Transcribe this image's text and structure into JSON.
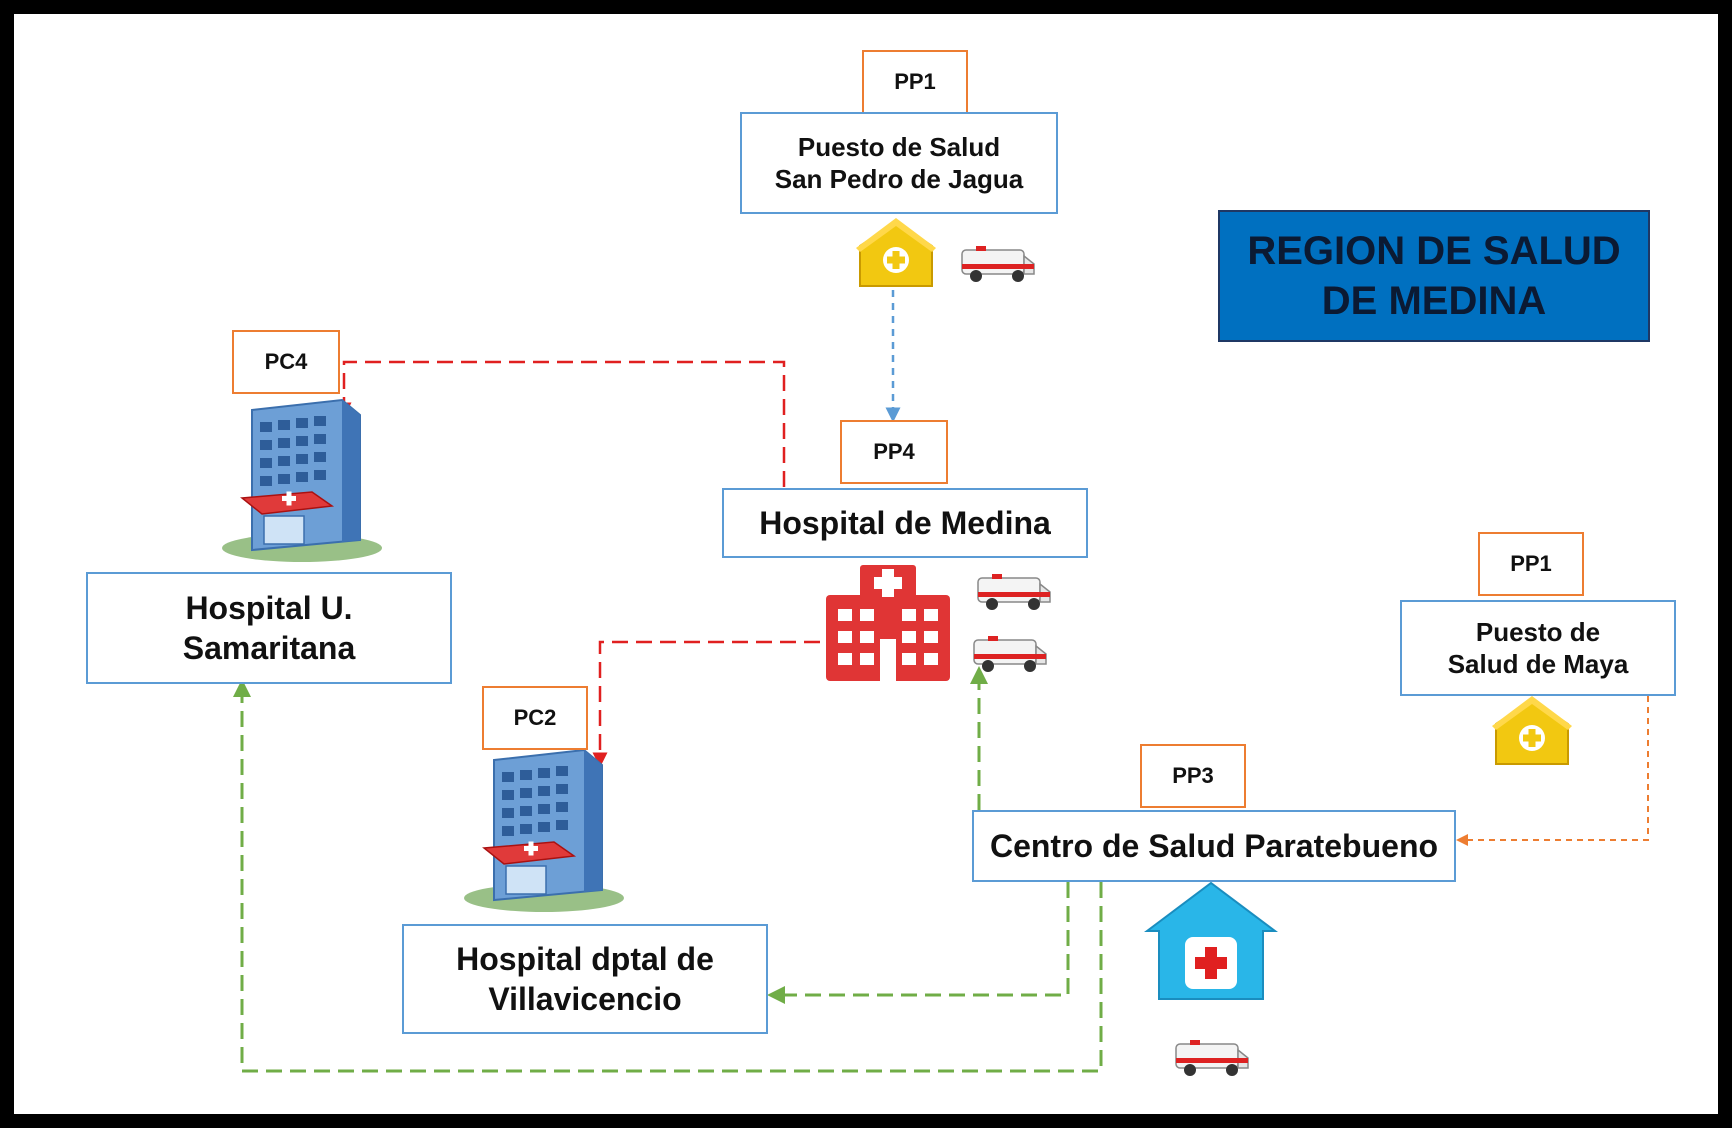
{
  "title": "REGION DE SALUD DE MEDINA",
  "nodes": {
    "san_pedro": {
      "code": "PP1",
      "name": "Puesto de Salud San Pedro de Jagua"
    },
    "medina": {
      "code": "PP4",
      "name": "Hospital de Medina"
    },
    "samaritana": {
      "code": "PC4",
      "name": "Hospital U. Samaritana"
    },
    "villavicencio": {
      "code": "PC2",
      "name": "Hospital dptal de Villavicencio"
    },
    "maya": {
      "code": "PP1",
      "name": "Puesto de Salud de Maya"
    },
    "paratebueno": {
      "code": "PP3",
      "name": "Centro de Salud Paratebueno"
    }
  },
  "icons": [
    "health-post-icon",
    "ambulance-icon",
    "hospital-building-icon",
    "hospital-cross-icon",
    "health-center-icon"
  ],
  "colors": {
    "title_bg": "#0070c0",
    "node_border": "#5b9bd5",
    "tag_border": "#ed7d31",
    "referral_red": "#e02020",
    "referral_blue": "#5b9bd5",
    "referral_green": "#70ad47",
    "referral_orange": "#ed7d31"
  }
}
